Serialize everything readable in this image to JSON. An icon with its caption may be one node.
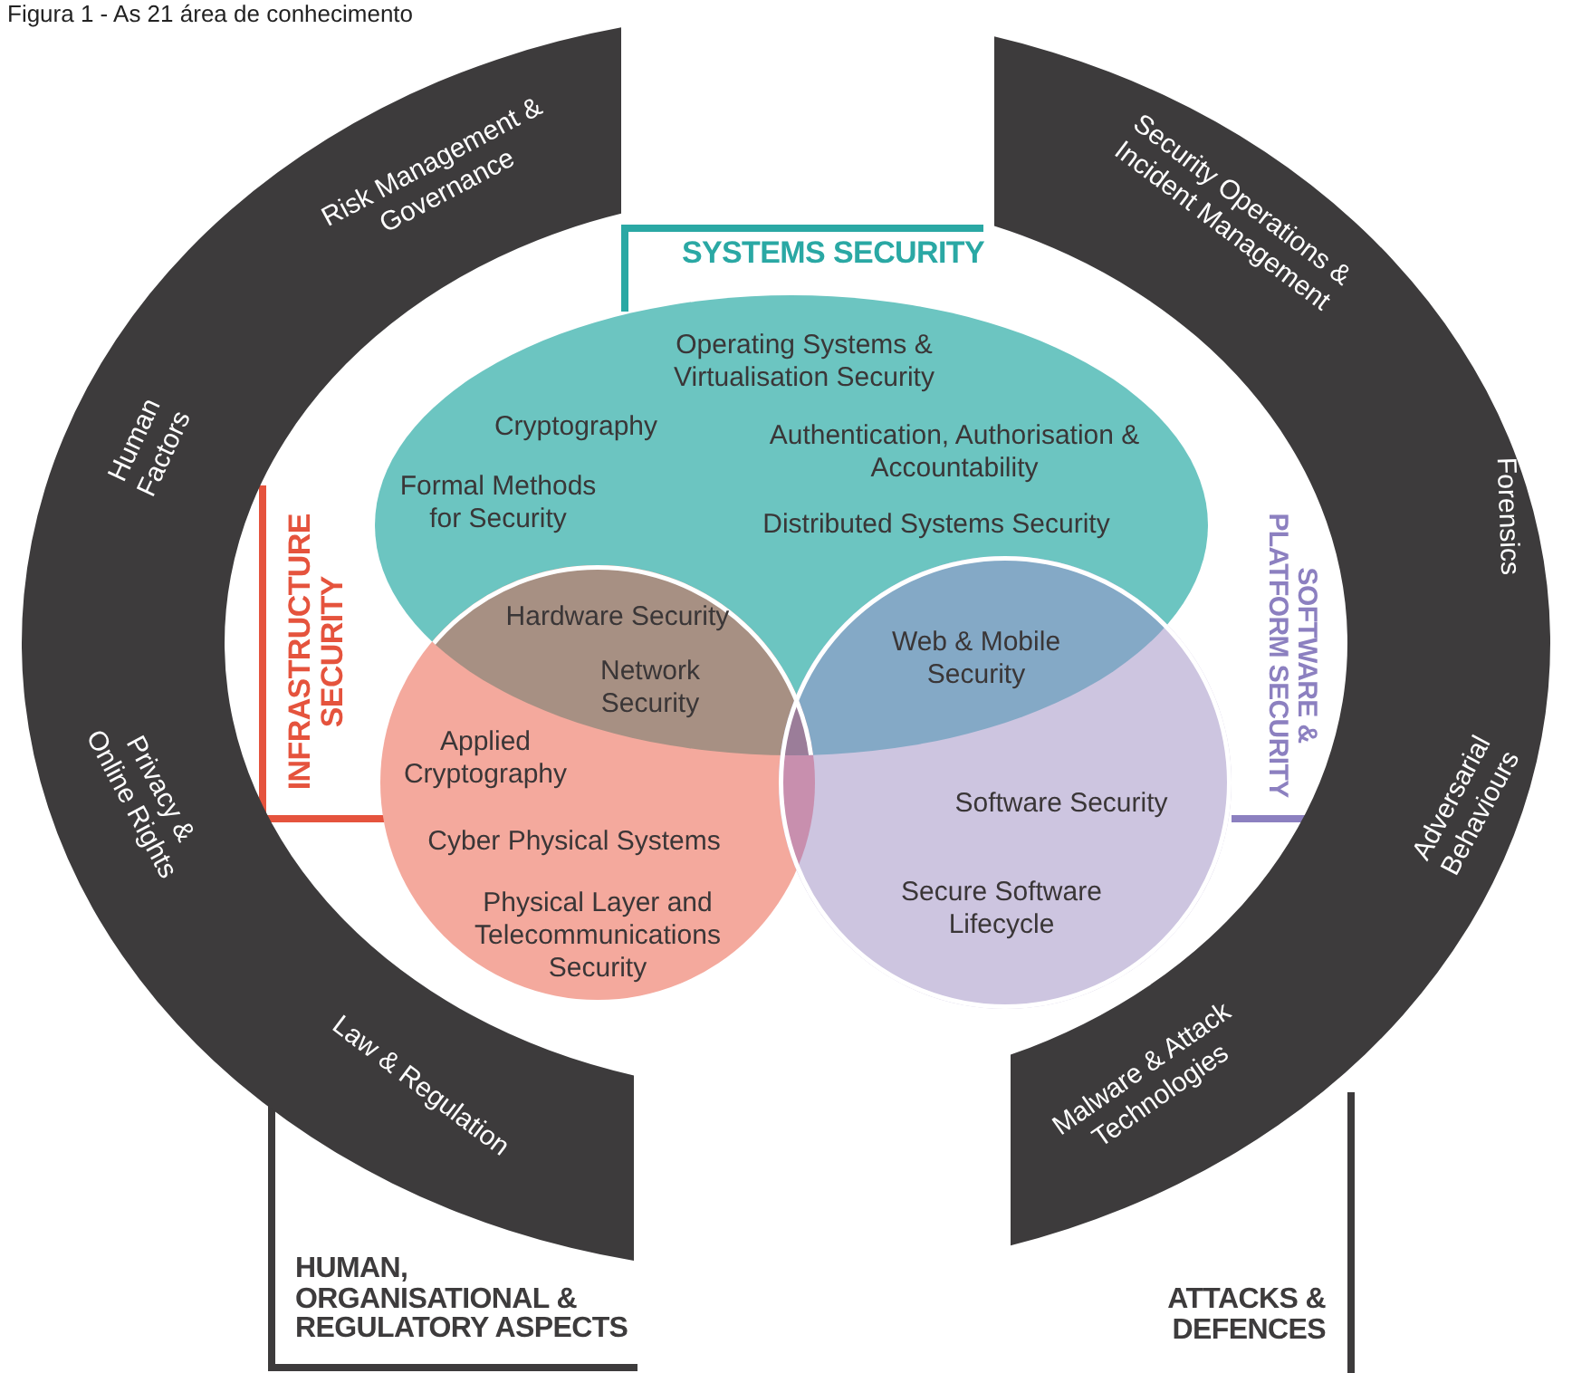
{
  "diagram": {
    "title": "Figura 1 - As 21 área de conhecimento",
    "nodes": [
      {
        "text": [
          "Risk Management & Governance",
          "Human Factors",
          "Privacy & Online Rights",
          "Law & Regulation"
        ]
      },
      {
        "text": [
          "Security Operations & Incident Management",
          "Forensics",
          "Adversarial Behaviours",
          "Malware & Attack Technologies"
        ]
      },
      {
        "text": [
          "Operating Systems & Virtualisation Security",
          "Cryptography",
          "Authentication, Authorisation & Accountability",
          "Formal Methods for Security",
          "Distributed Systems Security"
        ]
      },
      {
        "text": [
          "Applied Cryptography",
          "Cyber Physical Systems",
          "Physical Layer and Telecommunications Security"
        ]
      },
      {
        "text": [
          "Software Security",
          "Secure Software Lifecycle"
        ]
      },
      {
        "text": [
          "Hardware Security",
          "Network Security"
        ]
      },
      {
        "text": [
          "Web & Mobile Security"
        ]
      }
    ],
    "labels": [
      "SYSTEMS SECURITY",
      "INFRASTRUCTURE SECURITY",
      "SOFTWARE & PLATFORM SECURITY",
      "HUMAN, ORGANISATIONAL & REGULATORY ASPECTS",
      "ATTACKS & DEFENCES"
    ]
  }
}
